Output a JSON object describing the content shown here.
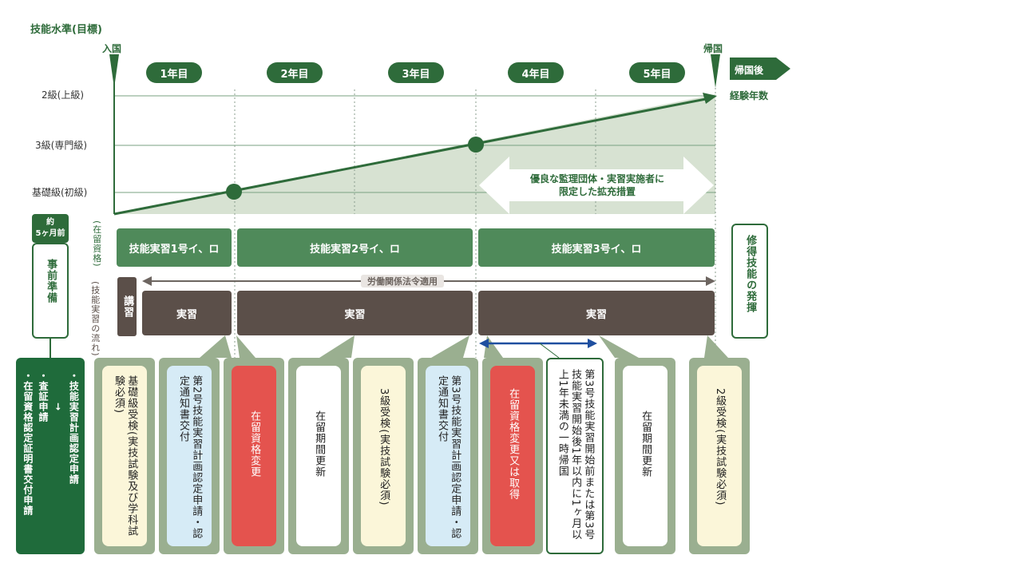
{
  "axis_title": "技能水準(目標)",
  "entry_label": "入国",
  "return_label": "帰国",
  "years": [
    "1年目",
    "2年目",
    "3年目",
    "4年目",
    "5年目"
  ],
  "after_return": "帰国後",
  "experience_years": "経験年数",
  "levels": [
    "2級(上級)",
    "3級(専門級)",
    "基礎級(初級)"
  ],
  "expansion_note_line1": "優良な監理団体・実習実施者に",
  "expansion_note_line2": "限定した拡充措置",
  "residence_status_label": "(在留資格)",
  "programs": [
    "技能実習1号イ、ロ",
    "技能実習2号イ、ロ",
    "技能実習3号イ、ロ"
  ],
  "labor_law": "労働関係法令適用",
  "training_flow_label": "(技能実習の流れ)",
  "lecture": "講習",
  "practice": "実習",
  "pre_months_line1": "約",
  "pre_months_line2": "5ヶ月前",
  "preparation": "事前準備",
  "skill_display": "修得技能の発揮",
  "left_card_line1": "・技能実習計画認定申請",
  "left_card_arrow": "→",
  "left_card_line2": "・査証申請",
  "left_card_line3": "・在留資格認定証明書交付申請",
  "steps": [
    "基礎級受検(実技試験及び学科試験必須)",
    "第2号技能実習計画認定申請・認定通知書交付",
    "在留資格変更",
    "在留期間更新",
    "3級受検(実技試験必須)",
    "第3号技能実習計画認定申請・認定通知書交付",
    "在留資格変更又は取得",
    "第3号技能実習開始前または第3号技能実習開始後1年以内に1ヶ月以上1年未満の一時帰国",
    "在留期間更新",
    "2級受検(実技試験必須)"
  ],
  "colors": {
    "dark_green": "#2e6b3a",
    "mid_green": "#4f8a5a",
    "area_fill": "#d7e2d2",
    "brown": "#5b4f49",
    "red": "#e4534e",
    "cream": "#fbf6d9",
    "light_blue": "#d6ebf6",
    "card_frame": "#9aaf90",
    "blue_arrow": "#1f4fa0"
  }
}
